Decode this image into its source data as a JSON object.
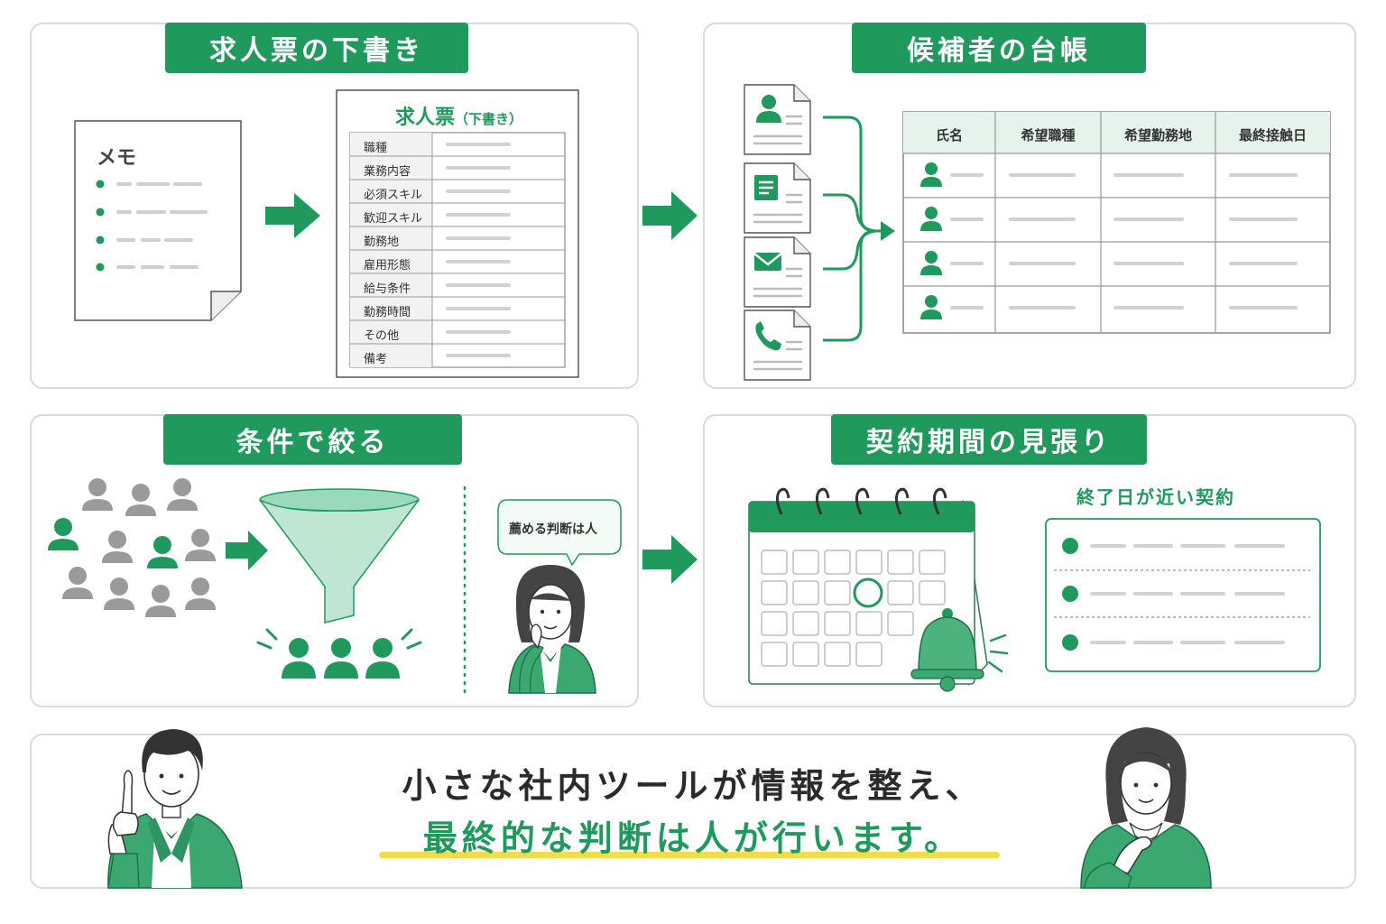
{
  "panels": {
    "job_draft": {
      "title": "求人票の下書き",
      "memo_title": "メモ",
      "sheet_title": "求人票",
      "sheet_subtitle": "（下書き）",
      "fields": [
        "職種",
        "業務内容",
        "必須スキル",
        "歓迎スキル",
        "勤務地",
        "雇用形態",
        "給与条件",
        "勤務時間",
        "その他",
        "備考"
      ]
    },
    "candidate_ledger": {
      "title": "候補者の台帳",
      "columns": [
        "氏名",
        "希望職種",
        "希望勤務地",
        "最終接触日"
      ]
    },
    "filter": {
      "title": "条件で絞る",
      "bubble": "薦める判断は人"
    },
    "contract_watch": {
      "title": "契約期間の見張り",
      "list_title": "終了日が近い契約"
    }
  },
  "message": {
    "line1": "小さな社内ツールが情報を整え、",
    "line2": "最終的な判断は人が行います。"
  },
  "colors": {
    "accent": "#1f9a5c",
    "accent_light": "#bfe6d3",
    "gray": "#9a9a9a",
    "highlight": "#f2dc4c"
  },
  "icons": [
    "person-icon",
    "document-icon",
    "mail-icon",
    "phone-icon",
    "funnel-icon",
    "calendar-icon",
    "bell-icon",
    "arrow-right-icon"
  ]
}
